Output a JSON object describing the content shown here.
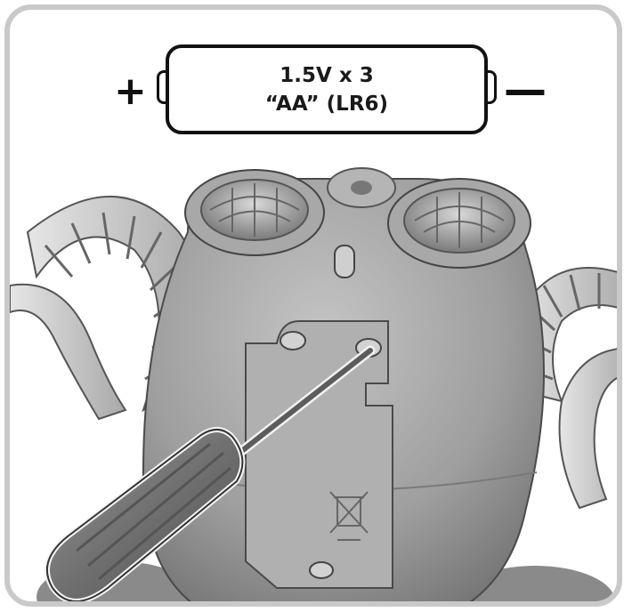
{
  "battery": {
    "spec_line1": "1.5V x 3",
    "spec_line2": "“AA” (LR6)",
    "plus_symbol": "+",
    "minus_symbol": "—"
  },
  "illustration": {
    "subject": "robot-toy-back",
    "tool": "screwdriver-icon",
    "compartment_mark": "crossed-out-bin-icon"
  },
  "colors": {
    "frame": "#c9c9c9",
    "outline": "#111111",
    "body_gray": "#9a9a9a"
  }
}
